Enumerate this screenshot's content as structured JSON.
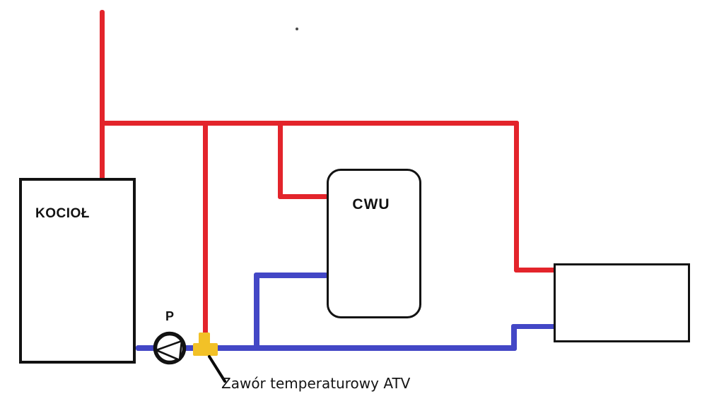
{
  "diagram": {
    "type": "heating-system-schematic",
    "labels": {
      "boiler": "KOCIOŁ",
      "tank": "CWU",
      "pump": "P",
      "valve_annotation": "Zawór temperaturowy ATV"
    },
    "colors": {
      "supply_pipe": "#e3242b",
      "return_pipe": "#4347c6",
      "valve_body": "#f2c127",
      "component_outline": "#121212",
      "background": "#ffffff"
    }
  }
}
